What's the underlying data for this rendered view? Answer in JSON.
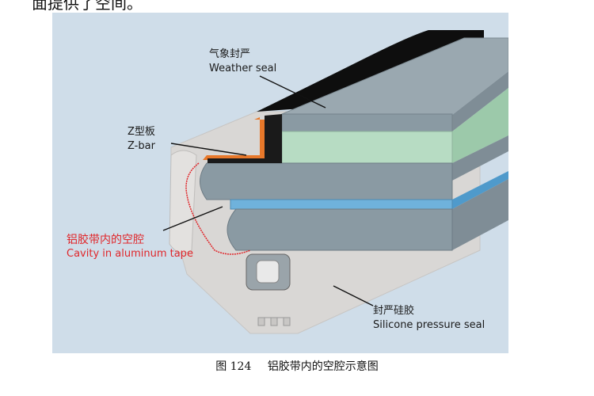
{
  "top_text": "面提供了空间。",
  "labels": {
    "weather_seal": {
      "zh": "气象封严",
      "en": "Weather seal"
    },
    "z_bar": {
      "zh": "Z型板",
      "en": "Z-bar"
    },
    "cavity": {
      "zh": "铝胶带内的空腔",
      "en": "Cavity in aluminum tape"
    },
    "silicone_seal": {
      "zh": "封严硅胶",
      "en": "Silicone pressure seal"
    }
  },
  "caption": {
    "number": "图 124",
    "text": "铝胶带内的空腔示意图"
  },
  "colors": {
    "background": "#cfdde9",
    "glass_panel": "#8a9aa3",
    "green_layer": "#b7dcc3",
    "blue_layer": "#6fb2dc",
    "silicone": "#d7d5d3",
    "black_seal": "#0e0e0e",
    "orange_tape": "#e8782a",
    "cavity_outline": "#e0262a"
  }
}
